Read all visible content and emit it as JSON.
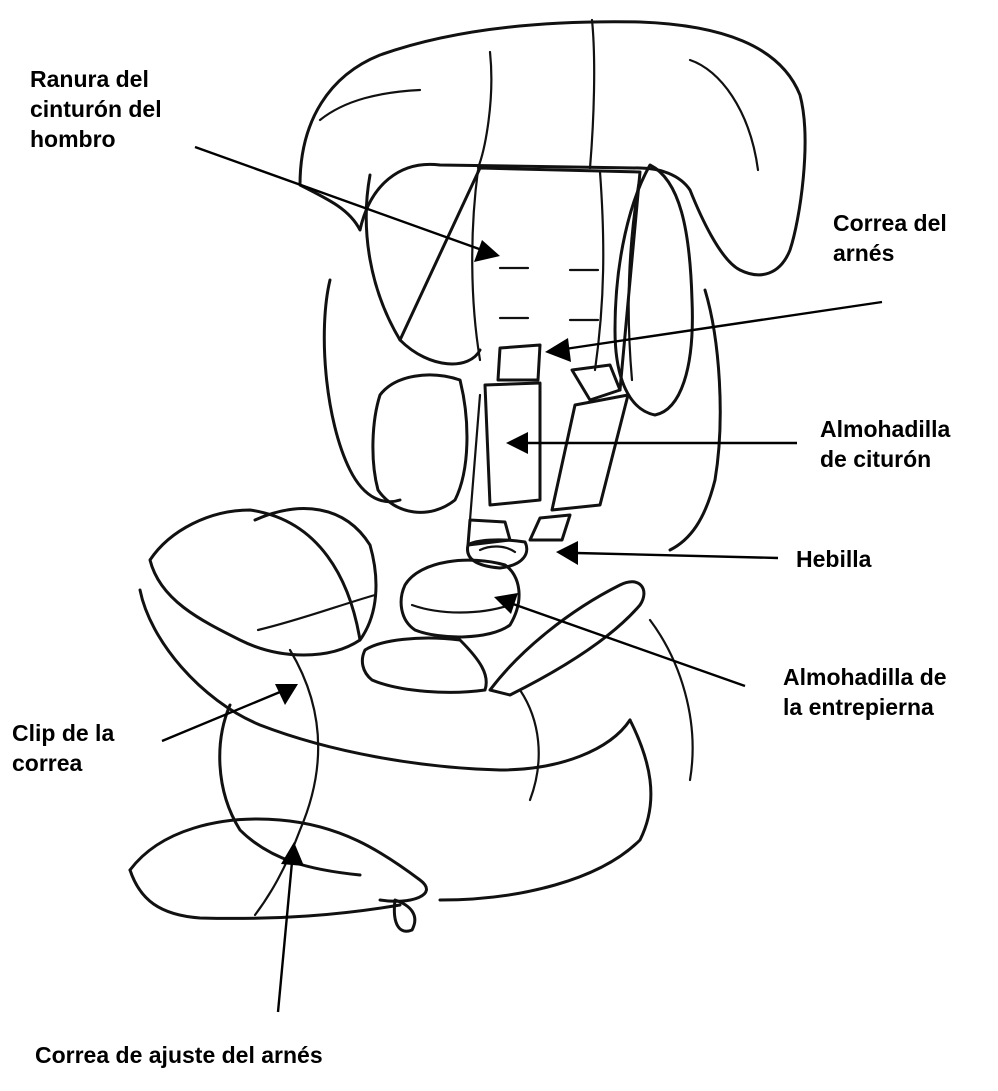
{
  "labels": {
    "shoulder_belt_slot": "Ranura del\ncinturón del\nhombro",
    "harness_strap": "Correa del\narnés",
    "belt_pad": "Almohadilla\nde citurón",
    "buckle": "Hebilla",
    "crotch_pad": "Almohadilla de\nla entrepierna",
    "strap_clip": "Clip de la\ncorrea",
    "harness_adjust_strap": "Correa de ajuste del arnés"
  },
  "colors": {
    "line": "#111111",
    "text": "#000000",
    "background": "#ffffff"
  }
}
